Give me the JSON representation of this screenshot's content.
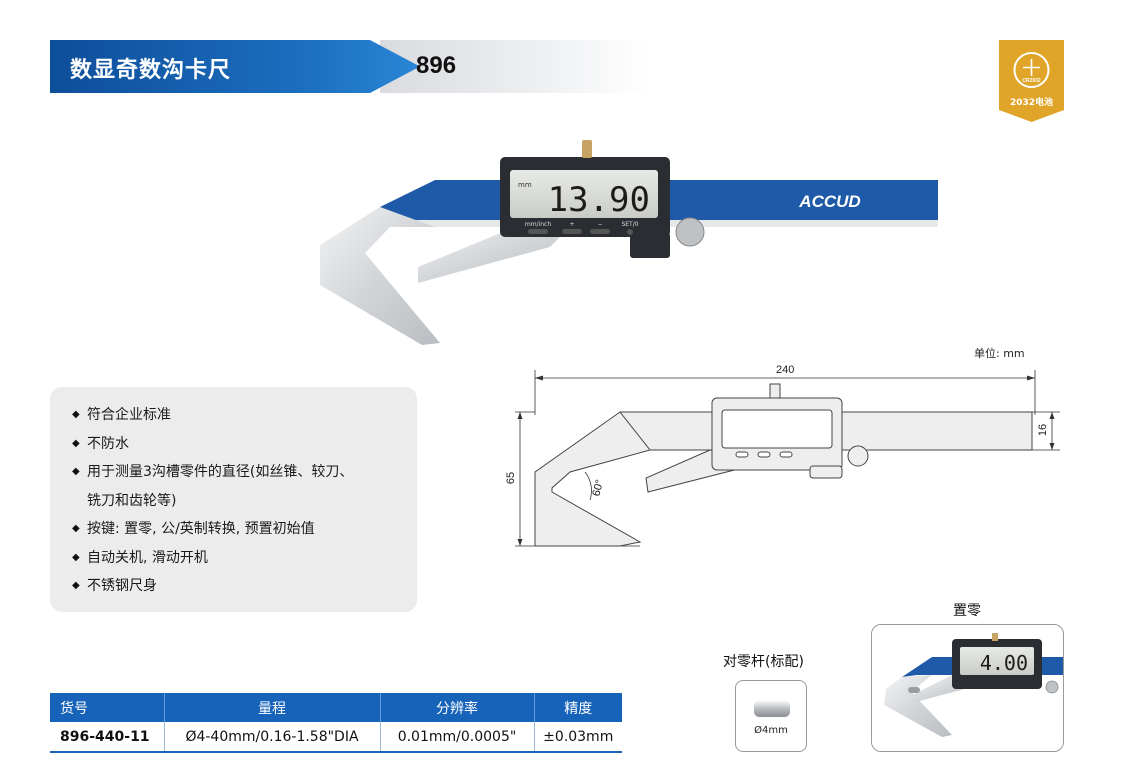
{
  "header": {
    "title": "数显奇数沟卡尺",
    "model": "896"
  },
  "badge": {
    "label": "2032电池",
    "coin_text": "CR2032"
  },
  "colors": {
    "brand_blue": "#1663b9",
    "banner_dark": "#0d4e9a",
    "badge_gold": "#e0a528"
  },
  "product_photo": {
    "display_value": "13.90",
    "display_unit": "mm",
    "buttons": [
      "mm/inch",
      "+",
      "−",
      "SET/0"
    ],
    "brand": "ACCUD"
  },
  "drawing": {
    "unit_label": "单位: mm",
    "length": "240",
    "height": "65",
    "beam_height": "16",
    "angle": "60°"
  },
  "features": [
    {
      "bullet": "◆",
      "text": "符合企业标准"
    },
    {
      "bullet": "◆",
      "text": "不防水"
    },
    {
      "bullet": "◆",
      "text": "用于测量3沟槽零件的直径(如丝锥、较刀、\n铣刀和齿轮等)"
    },
    {
      "bullet": "◆",
      "text": "按键: 置零, 公/英制转换, 预置初始值"
    },
    {
      "bullet": "◆",
      "text": "自动关机, 滑动开机"
    },
    {
      "bullet": "◆",
      "text": "不锈钢尺身"
    }
  ],
  "spec_table": {
    "headers": [
      "货号",
      "量程",
      "分辨率",
      "精度"
    ],
    "rows": [
      [
        "896-440-11",
        "Ø4-40mm/0.16-1.58\"DIA",
        "0.01mm/0.0005\"",
        "±0.03mm"
      ]
    ]
  },
  "zero_rod": {
    "title": "对零杆(标配)",
    "label": "Ø4mm"
  },
  "zero_setting": {
    "title": "置零",
    "display_value": "4.00"
  }
}
